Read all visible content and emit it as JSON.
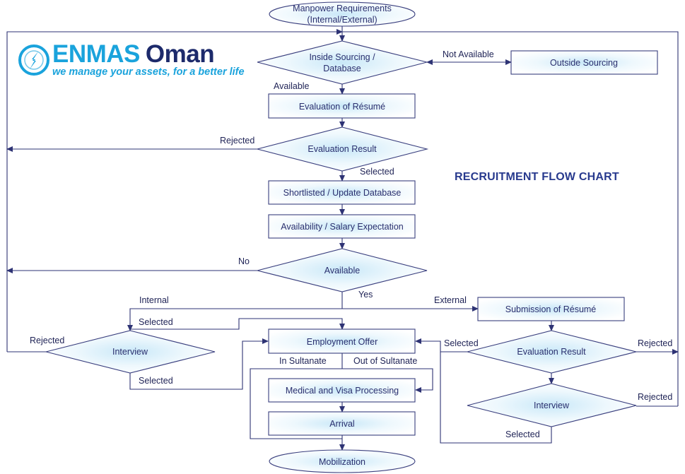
{
  "logo": {
    "brand_main": "ENMAS",
    "brand_accent": "Oman",
    "tagline": "we manage your assets, for a better life",
    "icon": "compass-globe-icon"
  },
  "diagram_title": "RECRUITMENT FLOW CHART",
  "nodes": {
    "manpower_line1": "Manpower Requirements",
    "manpower_line2": "(Internal/External)",
    "inside_line1": "Inside Sourcing /",
    "inside_line2": "Database",
    "outside_sourcing": "Outside Sourcing",
    "evaluation_resume": "Evaluation of Résumé",
    "evaluation_result_1": "Evaluation Result",
    "shortlisted": "Shortlisted / Update Database",
    "availability_salary": "Availability / Salary Expectation",
    "available_decision": "Available",
    "submission_resume": "Submission of Résumé",
    "interview_left": "Interview",
    "employment_offer": "Employment Offer",
    "evaluation_result_2": "Evaluation Result",
    "medical_visa": "Medical and Visa Processing",
    "interview_right": "Interview",
    "arrival": "Arrival",
    "mobilization": "Mobilization"
  },
  "edge_labels": {
    "not_available": "Not Available",
    "available": "Available",
    "rejected_1": "Rejected",
    "selected_1": "Selected",
    "no": "No",
    "yes": "Yes",
    "internal": "Internal",
    "external": "External",
    "selected_interview_in": "Selected",
    "rejected_interview_left": "Rejected",
    "selected_interview_left": "Selected",
    "in_sultanate": "In Sultanate",
    "out_of_sultanate": "Out of Sultanate",
    "selected_eval2": "Selected",
    "rejected_eval2": "Rejected",
    "rejected_interview_right": "Rejected",
    "selected_interview_right": "Selected"
  },
  "colors": {
    "node_fill_center": "#d6eefa",
    "node_stroke": "#3a3f7e",
    "line": "#2e3374",
    "text": "#2a2f6e",
    "title": "#283a8e",
    "brand_blue": "#1aa3dc",
    "brand_navy": "#1d2a6b"
  }
}
